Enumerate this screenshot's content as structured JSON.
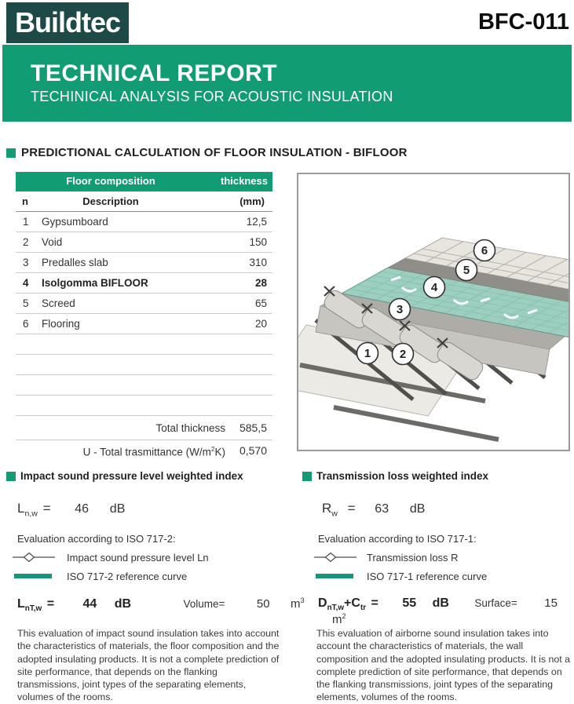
{
  "colors": {
    "brand_green": "#129c73",
    "logo_teal": "#1d4a47",
    "reference_teal": "#17947e"
  },
  "header": {
    "logo": "Buildtec",
    "doc_code": "BFC-011",
    "title": "TECHNICAL REPORT",
    "subtitle": "TECHINICAL ANALYSIS FOR ACOUSTIC INSULATION"
  },
  "section_title": "PREDICTIONAL CALCULATION OF FLOOR INSULATION - BIFLOOR",
  "table": {
    "header_left": "Floor composition",
    "header_right": "thickness",
    "col_n": "n",
    "col_desc": "Description",
    "col_unit": "(mm)",
    "rows": [
      {
        "n": "1",
        "desc": "Gypsumboard",
        "val": "12,5"
      },
      {
        "n": "2",
        "desc": "Void",
        "val": "150"
      },
      {
        "n": "3",
        "desc": "Predalles slab",
        "val": "310"
      },
      {
        "n": "4",
        "desc": "Isolgomma BIFLOOR",
        "val": "28"
      },
      {
        "n": "5",
        "desc": "Screed",
        "val": "65"
      },
      {
        "n": "6",
        "desc": "Flooring",
        "val": "20"
      }
    ],
    "total_label": "Total thickness",
    "total_value": "585,5",
    "u_label_pre": "U - Total trasmittance (W/m",
    "u_label_sup": "2",
    "u_label_post": "K)",
    "u_value": "0,570"
  },
  "diagram": {
    "callouts": [
      "1",
      "2",
      "3",
      "4",
      "5",
      "6"
    ]
  },
  "impact": {
    "heading": "Impact sound pressure level weighted index",
    "index_base": "L",
    "index_sub": "n,w",
    "equals": "=",
    "value": "46",
    "unit": "dB",
    "evaluation": "Evaluation according to ISO 717-2:",
    "legend_curve": "Impact sound pressure level Ln",
    "legend_ref": "ISO 717-2 reference curve",
    "result_base": "L",
    "result_sub": "nT,w",
    "result_equals": "=",
    "result_value": "44",
    "result_unit": "dB",
    "volume_label": "Volume=",
    "volume_value": "50",
    "volume_unit": "m",
    "volume_sup": "3",
    "note": "This evaluation of impact sound insulation takes into account the characteristics of materials, the floor composition and the adopted insulating products. It is not a complete prediction of site performance, that depends on the flanking transmissions, joint types of the separating elements, volumes of the rooms."
  },
  "transmission": {
    "heading": "Transmission loss weighted index",
    "index_base": "R",
    "index_sub": "w",
    "equals": "=",
    "value": "63",
    "unit": "dB",
    "evaluation": "Evaluation according to ISO 717-1:",
    "legend_curve": "Transmission loss R",
    "legend_ref": "ISO 717-1 reference curve",
    "result_base1": "D",
    "result_sub1": "nT,w",
    "result_base2": "+C",
    "result_sub2": "tr",
    "result_equals": "=",
    "result_value": "55",
    "result_unit": "dB",
    "surface_label": "Surface=",
    "surface_value": "15",
    "surface_unit": "m",
    "surface_sup": "2",
    "note": "This evaluation of airborne sound insulation takes into account the characteristics of materials, the wall composition and the adopted insulating products. It is not a complete prediction of site performance, that depends on the flanking transmissions, joint types of the separating elements, volumes of the rooms."
  }
}
